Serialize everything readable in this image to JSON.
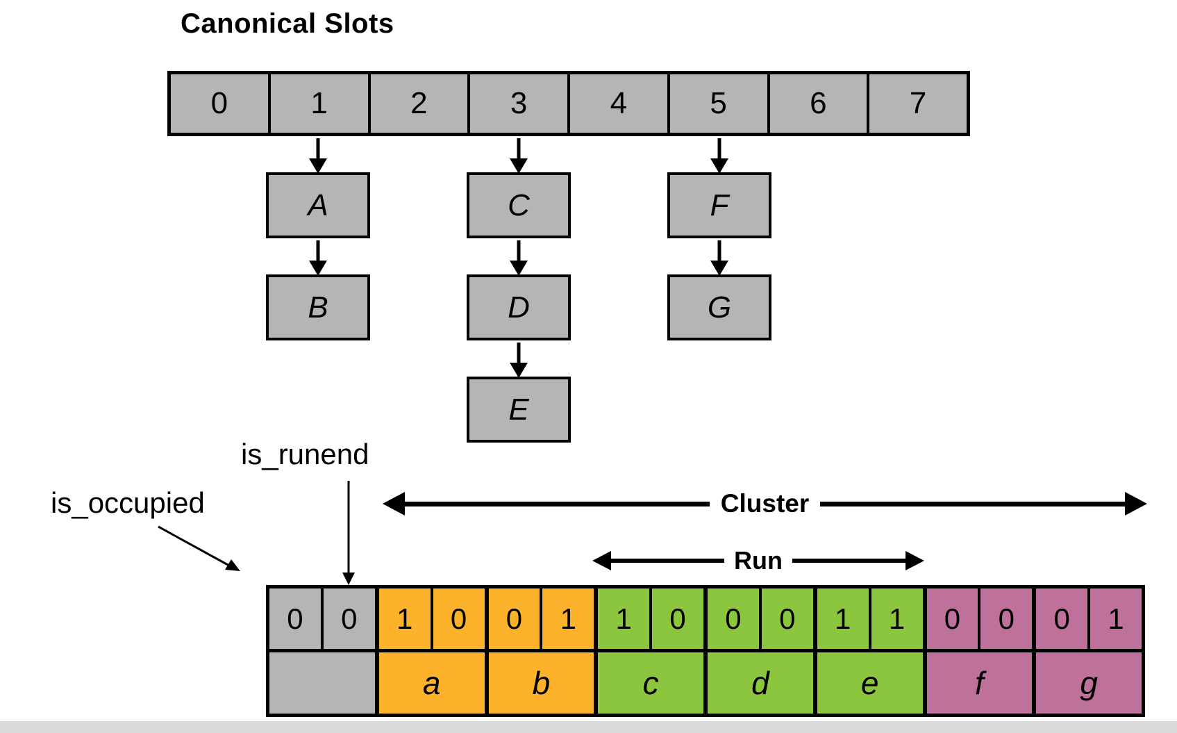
{
  "title": "Canonical Slots",
  "slots": [
    "0",
    "1",
    "2",
    "3",
    "4",
    "5",
    "6",
    "7"
  ],
  "chains": [
    {
      "slot": "1",
      "nodes": [
        "A",
        "B"
      ]
    },
    {
      "slot": "3",
      "nodes": [
        "C",
        "D",
        "E"
      ]
    },
    {
      "slot": "5",
      "nodes": [
        "F",
        "G"
      ]
    }
  ],
  "annotations": {
    "is_occupied": "is_occupied",
    "is_runend": "is_runend",
    "cluster": "Cluster",
    "run": "Run"
  },
  "bit_array": {
    "slots": [
      {
        "occupied": "0",
        "runend": "0",
        "label": "",
        "color": "gray"
      },
      {
        "occupied": "1",
        "runend": "0",
        "label": "a",
        "color": "orange"
      },
      {
        "occupied": "0",
        "runend": "1",
        "label": "b",
        "color": "orange"
      },
      {
        "occupied": "1",
        "runend": "0",
        "label": "c",
        "color": "green"
      },
      {
        "occupied": "0",
        "runend": "0",
        "label": "d",
        "color": "green"
      },
      {
        "occupied": "1",
        "runend": "1",
        "label": "e",
        "color": "green"
      },
      {
        "occupied": "0",
        "runend": "0",
        "label": "f",
        "color": "purple"
      },
      {
        "occupied": "0",
        "runend": "1",
        "label": "g",
        "color": "purple"
      }
    ]
  },
  "colors": {
    "gray": "#b5b5b5",
    "orange": "#fcb32b",
    "green": "#8cc63f",
    "purple": "#bd719b",
    "border": "#000000",
    "strip": "#d9d9d9"
  }
}
